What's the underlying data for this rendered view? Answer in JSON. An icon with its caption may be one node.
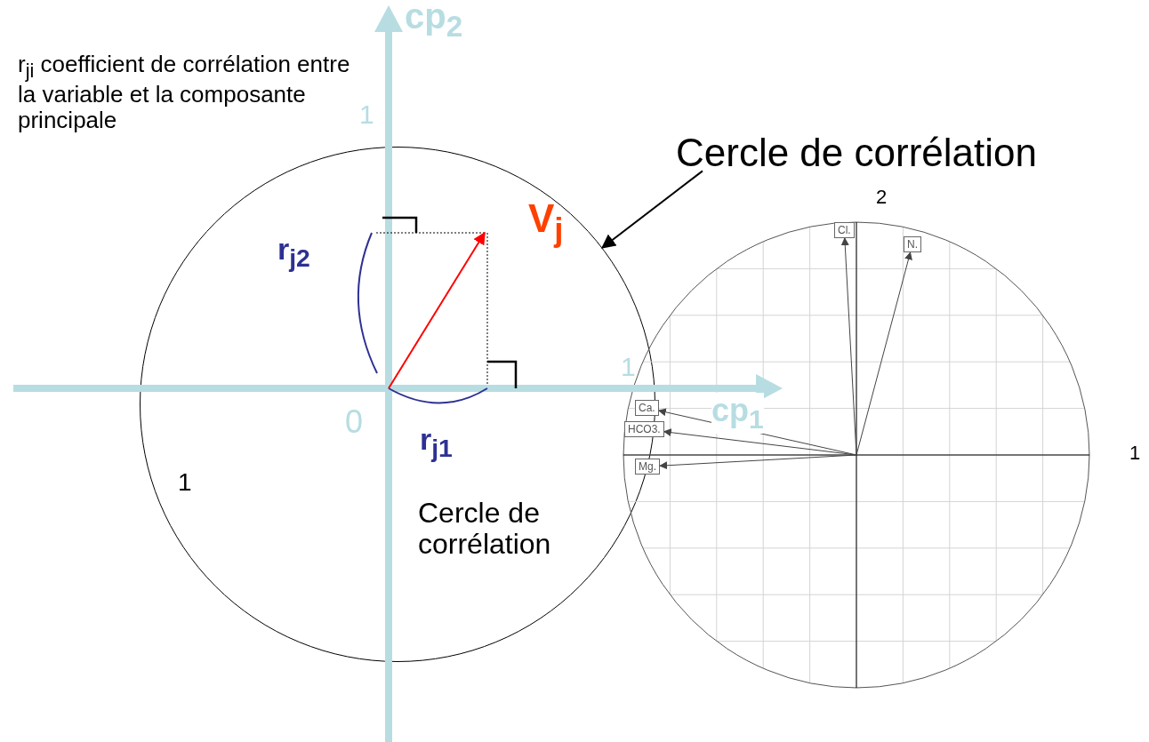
{
  "diagram": {
    "nodes": [
      {
        "text": [],
        "shape": "circle"
      },
      {
        "text": [
          "Cercle de corrélation"
        ]
      },
      {
        "text": [
          "Cl."
        ]
      },
      {
        "text": [
          "N."
        ]
      },
      {
        "text": [
          "Ca."
        ]
      },
      {
        "text": [
          "HCO3."
        ]
      },
      {
        "text": [
          "Mg."
        ]
      }
    ],
    "edges": [
      {
        "from": 1,
        "to": 0,
        "arrow": "to"
      },
      {
        "from": null,
        "to": 2,
        "arrow": "to"
      },
      {
        "from": null,
        "to": 3,
        "arrow": "to"
      },
      {
        "from": null,
        "to": 4,
        "arrow": "to"
      },
      {
        "from": null,
        "to": 5,
        "arrow": "to"
      },
      {
        "from": null,
        "to": 6,
        "arrow": "to"
      }
    ],
    "labels": [
      "cp$_{2}$",
      "r$_{ji}$ coefficient de corrélation entre la variable et la composante principale",
      "1",
      "r$_{j2}$",
      "V$_{j}$",
      "0",
      "r$_{j1}$",
      "1",
      "cp$_{1}$",
      "1",
      "Cercle de corrélation",
      "2",
      "1"
    ]
  }
}
